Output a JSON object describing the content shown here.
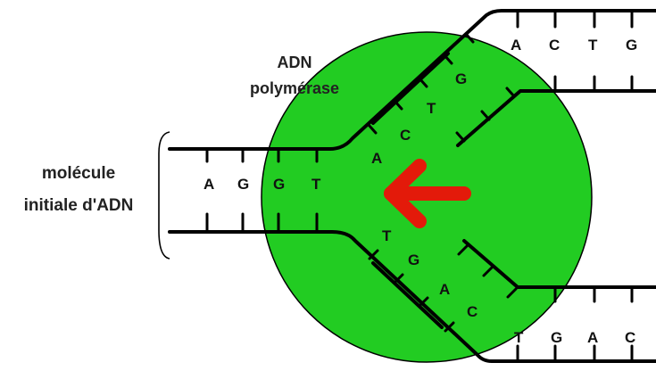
{
  "labels": {
    "enzyme_line1": "ADN",
    "enzyme_line2": "polymérase",
    "molecule_line1": "molécule",
    "molecule_line2": "initiale d'ADN"
  },
  "bases": {
    "initial": [
      "A",
      "G",
      "G",
      "T"
    ],
    "top_template": [
      "A",
      "C",
      "T",
      "G"
    ],
    "top_new": [
      "A",
      "C",
      "T",
      "G"
    ],
    "bottom_new": [
      "T",
      "G",
      "A",
      "C"
    ],
    "bottom_template": [
      "T",
      "G",
      "A",
      "C"
    ]
  },
  "colors": {
    "enzyme": "#22cc22",
    "enzyme_outline": "#000000",
    "arrow": "#e31a0a",
    "strand": "#000000"
  }
}
